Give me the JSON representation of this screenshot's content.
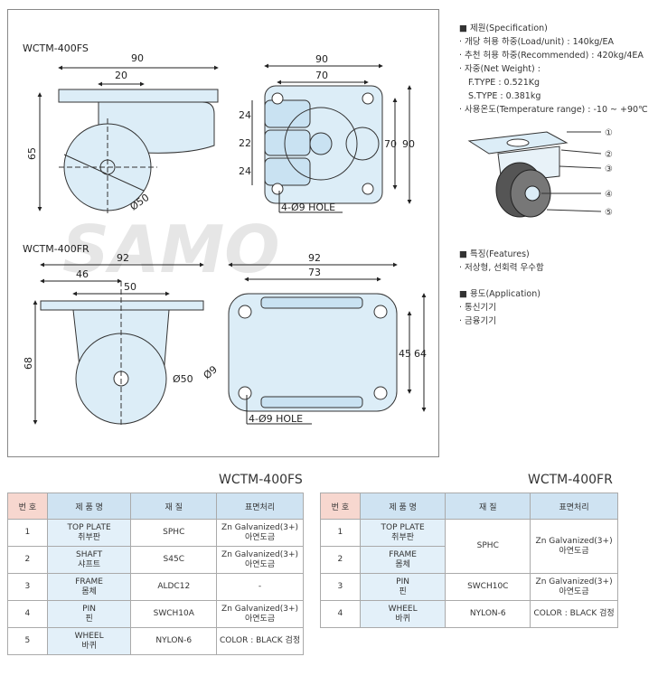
{
  "drawing": {
    "fs": {
      "model": "WCTM-400FS",
      "dims": {
        "width": "90",
        "offset": "20",
        "height": "65",
        "wheel": "Ø50",
        "plate_width": "90",
        "hole_span": "70",
        "side_a": "24",
        "side_b": "22",
        "side_c": "24",
        "inner_h": "70",
        "outer_h": "90",
        "holes": "4-Ø9 HOLE"
      }
    },
    "fr": {
      "model": "WCTM-400FR",
      "dims": {
        "width": "92",
        "half": "46",
        "center": "50",
        "height": "68",
        "wheel": "Ø50",
        "plate_width": "92",
        "hole_span": "73",
        "hole_dia": "Ø9",
        "inner_h": "45",
        "outer_h": "64",
        "holes": "4-Ø9 HOLE"
      }
    },
    "watermark": "SAMO",
    "callouts": [
      "①",
      "②",
      "③",
      "④",
      "⑤"
    ]
  },
  "spec": {
    "title": "제원(Specification)",
    "items": [
      "개당 허용 하중(Load/unit) : 140kg/EA",
      "추천 허용 하중(Recommended) : 420kg/4EA",
      "자중(Net Weight) :"
    ],
    "weights": [
      "F.TYPE : 0.521Kg",
      "S.TYPE : 0.381kg"
    ],
    "temp": "사용온도(Temperature range) : -10 ~ +90℃"
  },
  "features": {
    "title": "특징(Features)",
    "items": [
      "저상형, 선회력 우수함"
    ]
  },
  "application": {
    "title": "용도(Application)",
    "items": [
      "통신기기",
      "금융기기"
    ]
  },
  "table_fs": {
    "title": "WCTM-400FS",
    "headers": [
      "번 호",
      "제 품 명",
      "재 질",
      "표면처리"
    ],
    "rows": [
      {
        "no": "1",
        "name1": "TOP PLATE",
        "name2": "취부판",
        "material": "SPHC",
        "surface1": "Zn Galvanized(3+)",
        "surface2": "아연도금"
      },
      {
        "no": "2",
        "name1": "SHAFT",
        "name2": "샤프트",
        "material": "S45C",
        "surface1": "Zn Galvanized(3+)",
        "surface2": "아연도금"
      },
      {
        "no": "3",
        "name1": "FRAME",
        "name2": "몸체",
        "material": "ALDC12",
        "surface1": "-",
        "surface2": ""
      },
      {
        "no": "4",
        "name1": "PIN",
        "name2": "핀",
        "material": "SWCH10A",
        "surface1": "Zn Galvanized(3+)",
        "surface2": "아연도금"
      },
      {
        "no": "5",
        "name1": "WHEEL",
        "name2": "바퀴",
        "material": "NYLON-6",
        "surface1": "COLOR : BLACK 검정",
        "surface2": ""
      }
    ]
  },
  "table_fr": {
    "title": "WCTM-400FR",
    "headers": [
      "번 호",
      "제 품 명",
      "재 질",
      "표면처리"
    ],
    "rows": [
      {
        "no": "1",
        "name1": "TOP PLATE",
        "name2": "취부판"
      },
      {
        "no": "2",
        "name1": "FRAME",
        "name2": "몸체"
      },
      {
        "no": "3",
        "name1": "PIN",
        "name2": "핀",
        "material": "SWCH10C",
        "surface1": "Zn Galvanized(3+)",
        "surface2": "아연도금"
      },
      {
        "no": "4",
        "name1": "WHEEL",
        "name2": "바퀴",
        "material": "NYLON-6",
        "surface1": "COLOR : BLACK 검정"
      }
    ],
    "merged_material": "SPHC",
    "merged_surface1": "Zn Galvanized(3+)",
    "merged_surface2": "아연도금"
  }
}
